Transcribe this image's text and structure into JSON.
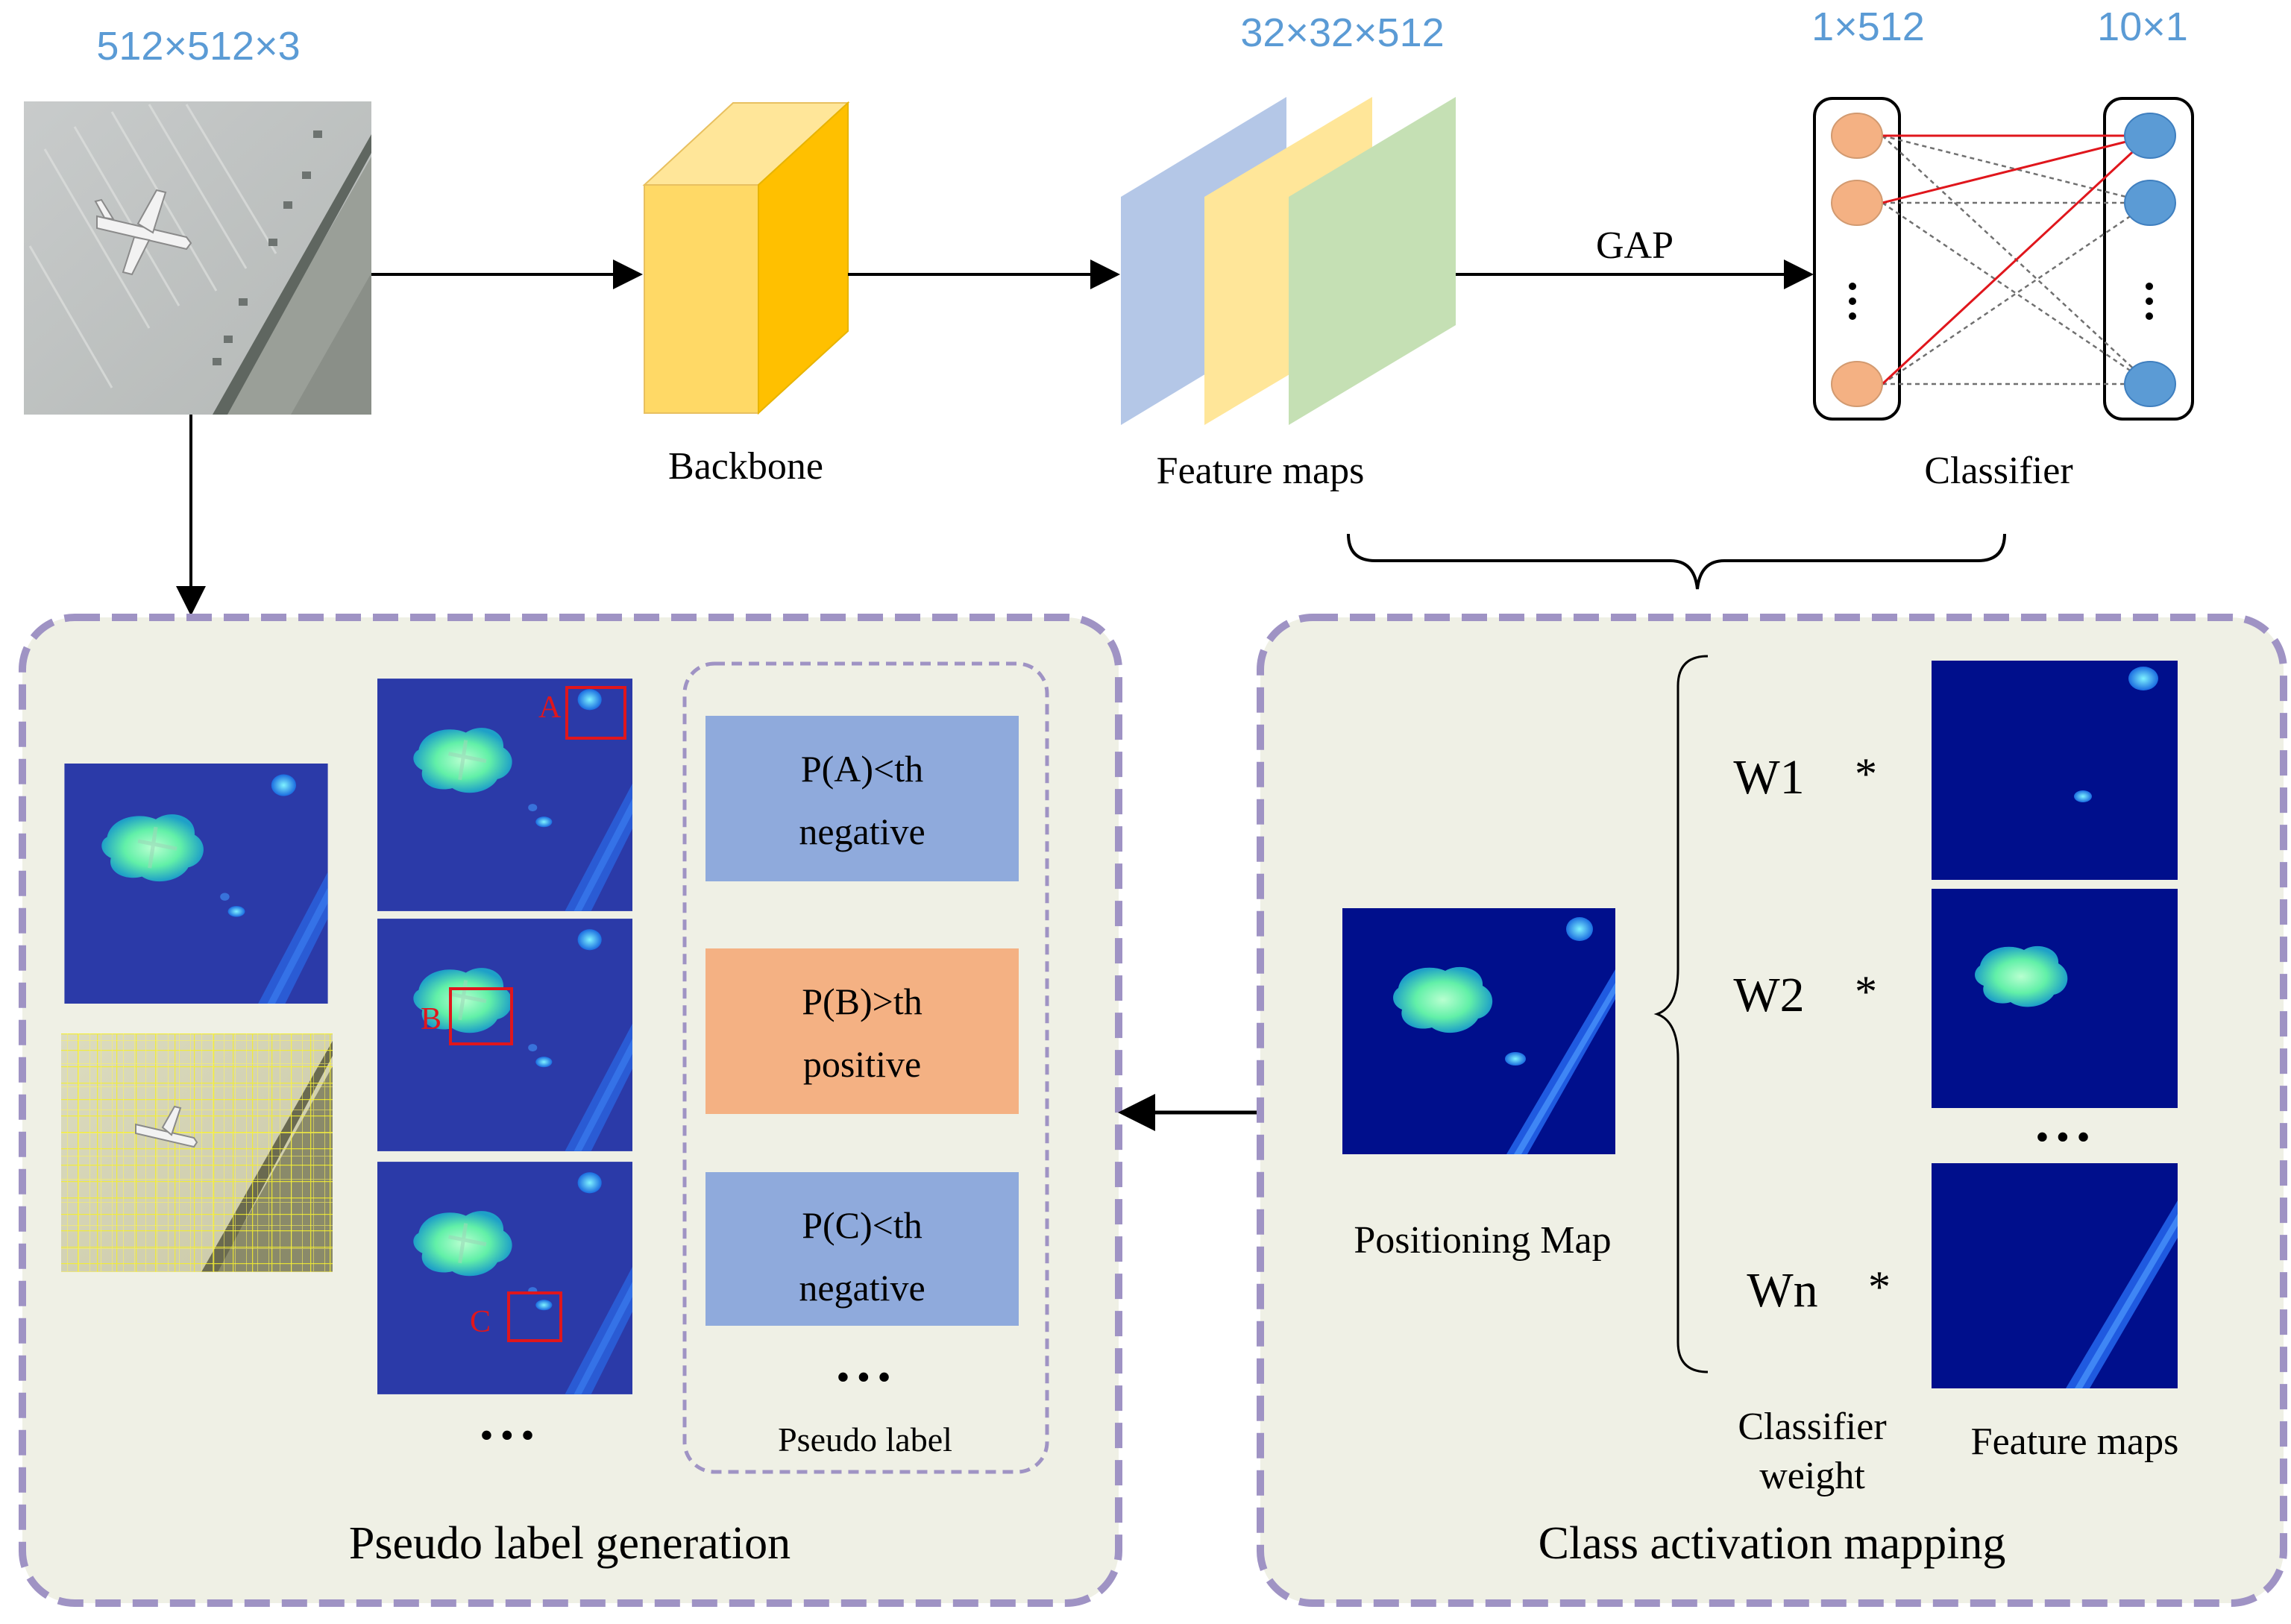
{
  "top": {
    "input_dim": "512×512×3",
    "feature_dim": "32×32×512",
    "gap_dim": "1×512",
    "class_dim": "10×1",
    "backbone_label": "Backbone",
    "feature_maps_label": "Feature maps",
    "gap_label": "GAP",
    "classifier_label": "Classifier"
  },
  "pseudo": {
    "title": "Pseudo label generation",
    "box_a": "A",
    "box_b": "B",
    "box_c": "C",
    "ellipsis": "• • •",
    "labels": [
      {
        "line1": "P(A)<th",
        "line2": "negative",
        "color": "#8faadc"
      },
      {
        "line1": "P(B)>th",
        "line2": "positive",
        "color": "#f4b183"
      },
      {
        "line1": "P(C)<th",
        "line2": "negative",
        "color": "#8faadc"
      }
    ],
    "labels_ellipsis": "• • •",
    "labels_caption": "Pseudo  label"
  },
  "cam": {
    "title": "Class activation mapping",
    "positioning_label": "Positioning Map",
    "weights": [
      "W1",
      "W2",
      "Wn"
    ],
    "times": "*",
    "ellipsis": "• • •",
    "classifier_weight_l1": "Classifier",
    "classifier_weight_l2": "weight",
    "feature_maps_label": "Feature maps"
  },
  "colors": {
    "panel_fill": "#eff0e5",
    "panel_border": "#9f93c4",
    "heatmap_bg": "#000f8c",
    "highlight": "#70ffb0",
    "node_orange": "#f4b183",
    "node_blue": "#5b9bd5",
    "fm_blue": "#b4c7e7",
    "fm_yellow": "#ffe699",
    "fm_green": "#c5e0b4",
    "backbone_front": "#ffd966",
    "backbone_side": "#ffc000",
    "box_red": "#e0161c"
  }
}
